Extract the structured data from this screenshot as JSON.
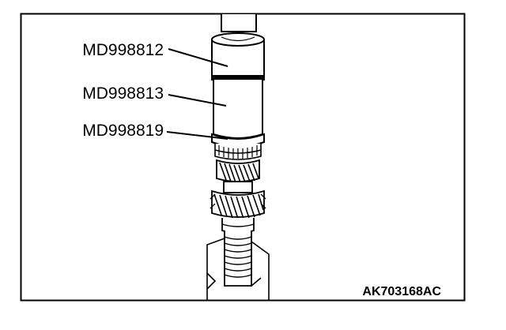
{
  "callouts": [
    {
      "label": "MD998812"
    },
    {
      "label": "MD998813"
    },
    {
      "label": "MD998819"
    }
  ],
  "figure_code": "AK703168AC",
  "colors": {
    "ink": "#000000",
    "paper": "#ffffff",
    "tool_fill": "#ffffff",
    "shaft_fill": "#ffffff"
  }
}
